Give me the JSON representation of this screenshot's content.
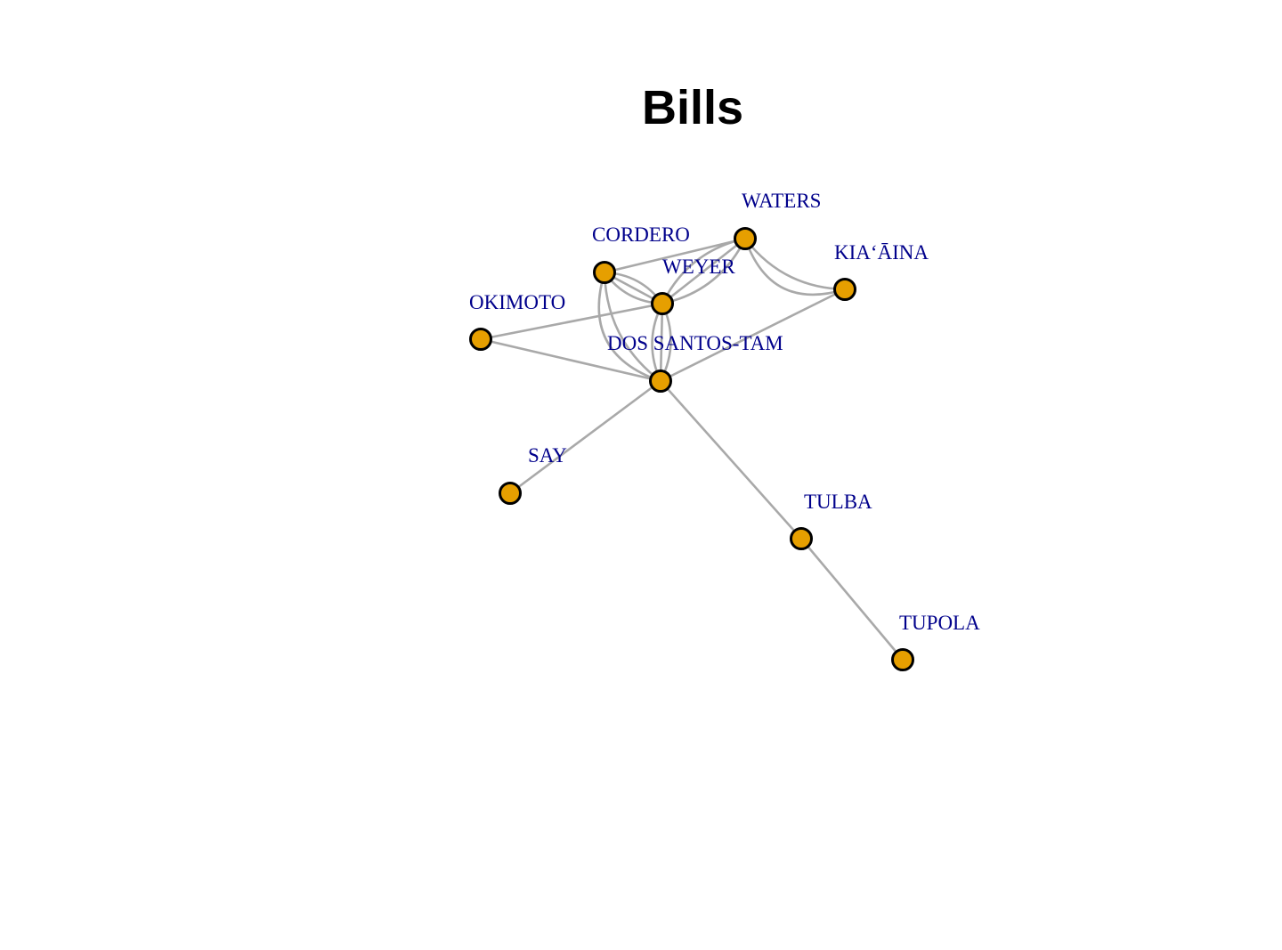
{
  "title": "Bills",
  "colors": {
    "node_fill": "#E69F00",
    "node_stroke": "#000000",
    "edge": "#A9A9A9",
    "label": "#00008B",
    "title": "#000000"
  },
  "nodes": [
    {
      "id": "waters",
      "label": "WATERS"
    },
    {
      "id": "cordero",
      "label": "CORDERO"
    },
    {
      "id": "weyer",
      "label": "WEYER"
    },
    {
      "id": "kiaaina",
      "label": "KIA‘ĀINA"
    },
    {
      "id": "okimoto",
      "label": "OKIMOTO"
    },
    {
      "id": "dossantos",
      "label": "DOS SANTOS-TAM"
    },
    {
      "id": "say",
      "label": "SAY"
    },
    {
      "id": "tulba",
      "label": "TULBA"
    },
    {
      "id": "tupola",
      "label": "TUPOLA"
    }
  ],
  "edges": [
    {
      "from": "cordero",
      "to": "waters"
    },
    {
      "from": "cordero",
      "to": "weyer"
    },
    {
      "from": "cordero",
      "to": "weyer"
    },
    {
      "from": "cordero",
      "to": "weyer"
    },
    {
      "from": "cordero",
      "to": "dossantos"
    },
    {
      "from": "cordero",
      "to": "dossantos"
    },
    {
      "from": "waters",
      "to": "weyer"
    },
    {
      "from": "waters",
      "to": "weyer"
    },
    {
      "from": "waters",
      "to": "weyer"
    },
    {
      "from": "waters",
      "to": "kiaaina"
    },
    {
      "from": "waters",
      "to": "kiaaina"
    },
    {
      "from": "weyer",
      "to": "dossantos"
    },
    {
      "from": "weyer",
      "to": "dossantos"
    },
    {
      "from": "weyer",
      "to": "dossantos"
    },
    {
      "from": "okimoto",
      "to": "weyer"
    },
    {
      "from": "okimoto",
      "to": "dossantos"
    },
    {
      "from": "kiaaina",
      "to": "dossantos"
    },
    {
      "from": "dossantos",
      "to": "say"
    },
    {
      "from": "dossantos",
      "to": "tulba"
    },
    {
      "from": "tulba",
      "to": "tupola"
    }
  ]
}
